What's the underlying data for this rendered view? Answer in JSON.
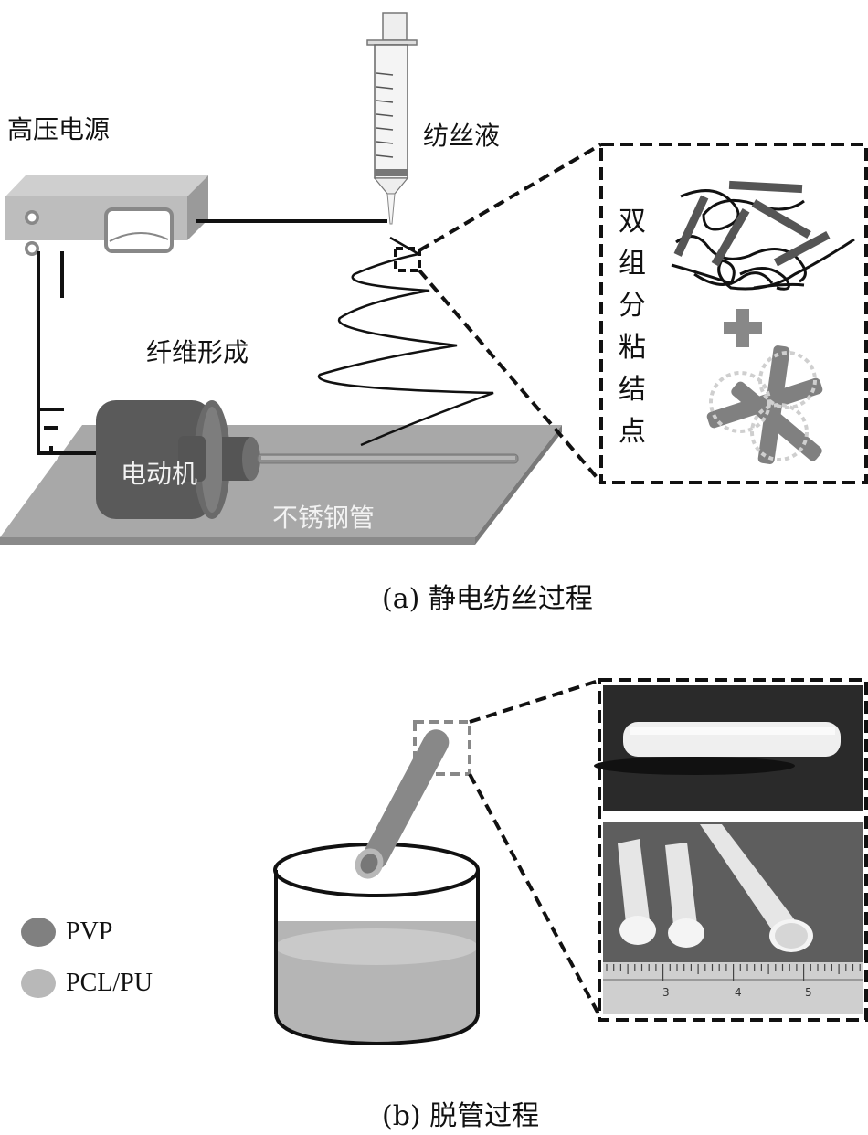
{
  "panel_a": {
    "caption": "(a) 静电纺丝过程",
    "labels": {
      "power_supply": "高压电源",
      "spinning_solution": "纺丝液",
      "fiber_formation": "纤维形成",
      "motor": "电动机",
      "steel_tube": "不锈钢管",
      "inset_title": "双组分粘结点"
    }
  },
  "panel_b": {
    "caption": "(b) 脱管过程",
    "legend": [
      {
        "label": "PVP",
        "color": "#808080"
      },
      {
        "label": "PCL/PU",
        "color": "#b8b8b8"
      }
    ],
    "ruler_ticks": [
      "3",
      "4",
      "5"
    ]
  },
  "colors": {
    "dark_component": "#5a5a5a",
    "mid_component": "#808080",
    "light_component": "#b8b8b8",
    "platform": "#a8a8a8",
    "photo_background": "#2a2a2a"
  }
}
